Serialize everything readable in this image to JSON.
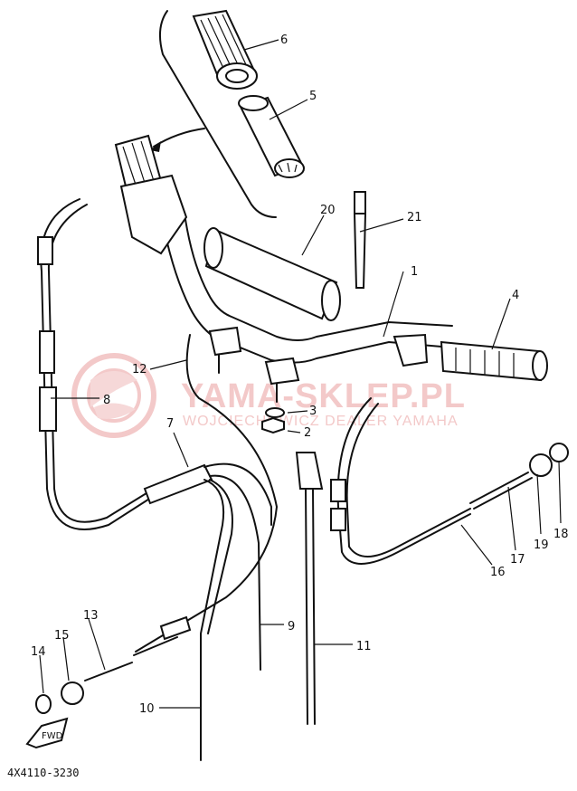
{
  "watermark": {
    "brand": "YAMA-SKLEP.PL",
    "tagline": "WOJCIECHOWICZ DEALER YAMAHA",
    "color": "#f3c9c9"
  },
  "document_code": "4X4110-3230",
  "direction_tag": "FWD",
  "callouts": [
    "1",
    "2",
    "3",
    "4",
    "5",
    "6",
    "7",
    "8",
    "9",
    "10",
    "11",
    "12",
    "13",
    "14",
    "15",
    "16",
    "17",
    "18",
    "19",
    "20",
    "21"
  ]
}
